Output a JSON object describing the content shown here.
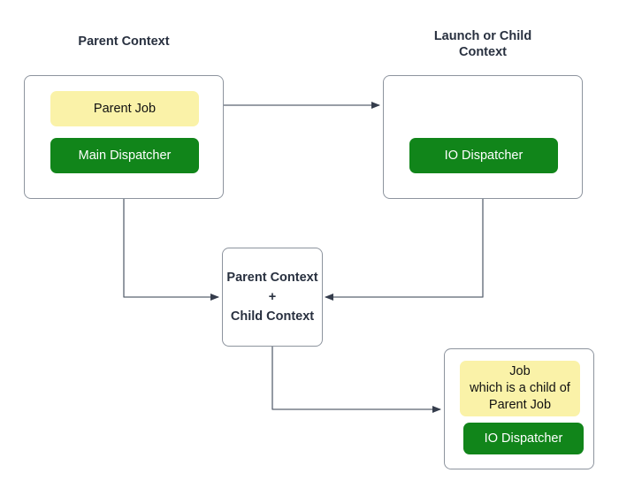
{
  "diagram": {
    "title_parent": "Parent Context",
    "title_launch": "Launch or Child\nContext",
    "parent_context": {
      "job_label": "Parent Job",
      "dispatcher_label": "Main Dispatcher"
    },
    "launch_context": {
      "dispatcher_label": "IO Dispatcher"
    },
    "combined_context": {
      "label": "Parent Context\n+\nChild Context"
    },
    "child_context": {
      "job_label": "Job\nwhich is a child of\nParent Job",
      "dispatcher_label": "IO Dispatcher"
    },
    "colors": {
      "job_fill": "#faf2a8",
      "dispatcher_fill": "#11851a",
      "box_border": "#8d949e",
      "text_dark": "#28303f",
      "edge_stroke": "#5b6472",
      "background": "#ffffff"
    }
  }
}
